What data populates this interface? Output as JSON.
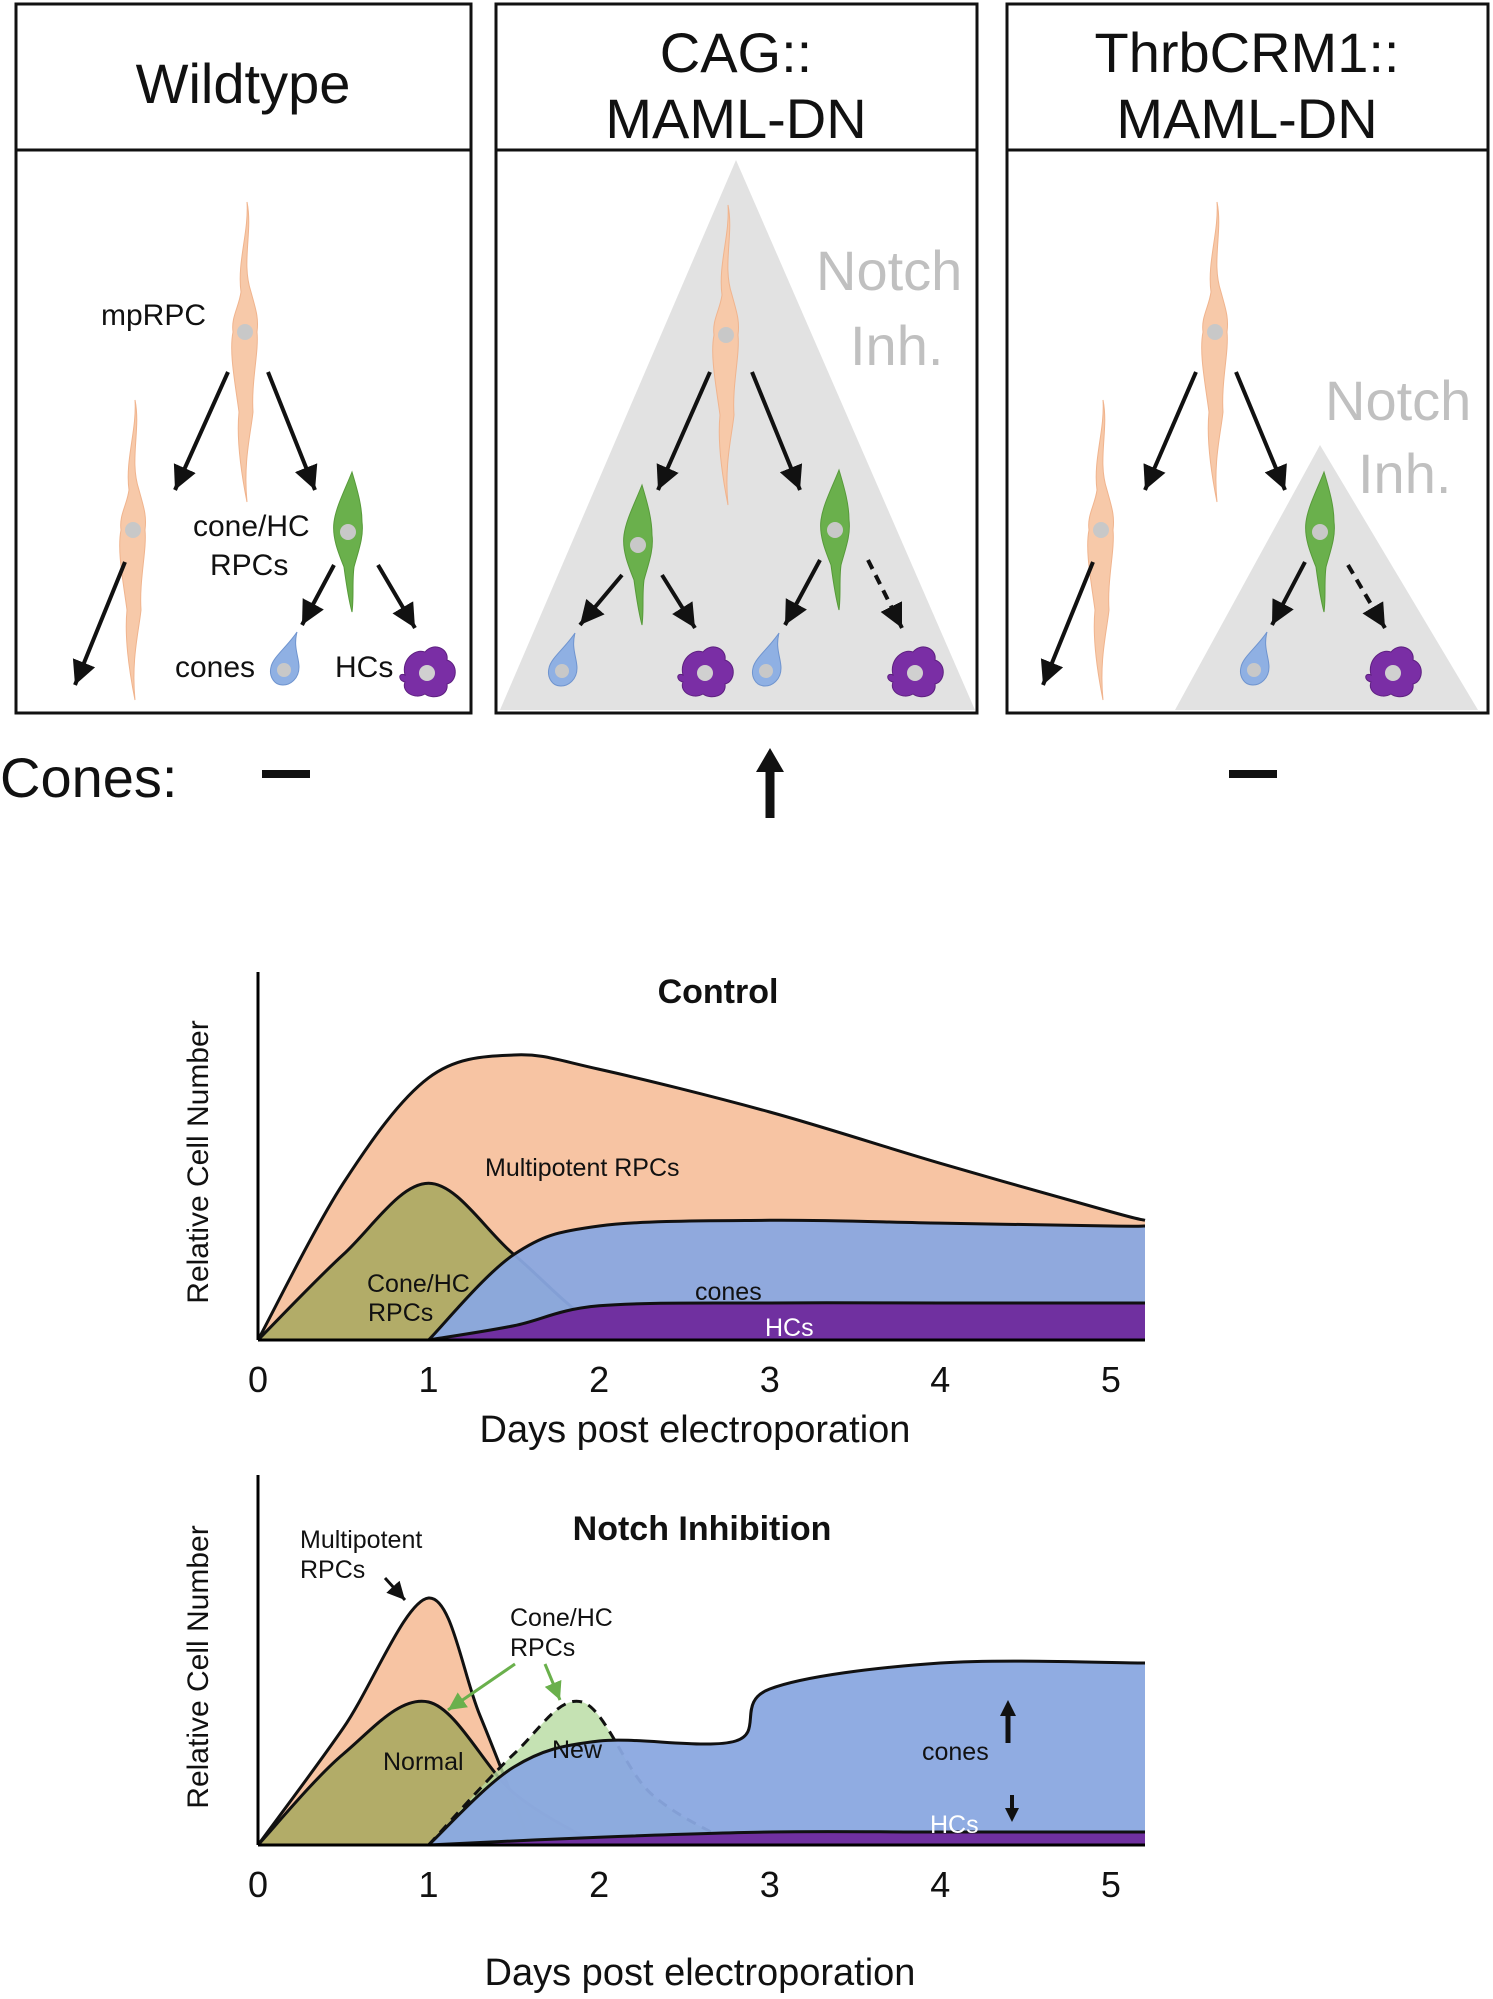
{
  "panels": [
    {
      "title_lines": [
        "Wildtype"
      ],
      "cones_effect": "–"
    },
    {
      "title_lines": [
        "CAG::",
        "MAML-DN"
      ],
      "notch_label_lines": [
        "Notch",
        "Inh."
      ],
      "cones_effect": "↑"
    },
    {
      "title_lines": [
        "ThrbCRM1::",
        "MAML-DN"
      ],
      "notch_label_lines": [
        "Notch",
        "Inh."
      ],
      "cones_effect": "–"
    }
  ],
  "cell_labels": {
    "mprpc": "mpRPC",
    "conehc_line1": "cone/HC",
    "conehc_line2": "RPCs",
    "cones": "cones",
    "hcs": "HCs"
  },
  "cones_row_label": "Cones:",
  "colors": {
    "mprpc": "#f7c9a9",
    "conehc_rpc": "#6ab04c",
    "cone": "#8fb0e3",
    "hc": "#7a2ea5",
    "notch_shade": "#e2e2e2",
    "control_mprpc_fill": "#f7c4a3",
    "control_conehc_fill": "#b8b472",
    "control_cones_fill": "#8aa8e0",
    "control_hcs_fill": "#7030a0"
  },
  "chart_data": [
    {
      "type": "area",
      "title": "Control",
      "ylabel": "Relative Cell Number",
      "xlabel": "Days post electroporation",
      "x_ticks": [
        "0",
        "1",
        "2",
        "3",
        "4",
        "5"
      ],
      "xlim": [
        0,
        5.2
      ],
      "series": [
        {
          "name": "Multipotent RPCs",
          "x": [
            0,
            0.5,
            1,
            1.5,
            2,
            3,
            4,
            5,
            5.2
          ],
          "y": [
            0,
            0.55,
            0.92,
            1.0,
            0.95,
            0.8,
            0.62,
            0.45,
            0.42
          ]
        },
        {
          "name": "Cone/HC RPCs",
          "x": [
            0,
            0.5,
            1,
            1.5,
            2,
            2.5
          ],
          "y": [
            0,
            0.3,
            0.55,
            0.3,
            0.05,
            0
          ]
        },
        {
          "name": "cones",
          "x": [
            1,
            1.5,
            2,
            3,
            4,
            5,
            5.2
          ],
          "y": [
            0,
            0.3,
            0.4,
            0.42,
            0.41,
            0.4,
            0.4
          ]
        },
        {
          "name": "HCs",
          "x": [
            1,
            1.5,
            2,
            3,
            4,
            5,
            5.2
          ],
          "y": [
            0,
            0.05,
            0.12,
            0.13,
            0.13,
            0.13,
            0.13
          ]
        }
      ]
    },
    {
      "type": "area",
      "title": "Notch Inhibition",
      "ylabel": "Relative Cell Number",
      "xlabel": "Days post electroporation",
      "x_ticks": [
        "0",
        "1",
        "2",
        "3",
        "4",
        "5"
      ],
      "xlim": [
        0,
        5.2
      ],
      "annotations": {
        "multipotent_line1": "Multipotent",
        "multipotent_line2": "RPCs",
        "conehc_line1": "Cone/HC",
        "conehc_line2": "RPCs",
        "normal": "Normal",
        "new": "New",
        "cones": "cones",
        "hcs": "HCs"
      },
      "series": [
        {
          "name": "Multipotent RPCs",
          "x": [
            0,
            0.5,
            1,
            1.3,
            1.6
          ],
          "y": [
            0,
            0.45,
            0.95,
            0.5,
            0
          ]
        },
        {
          "name": "Cone/HC RPCs Normal",
          "x": [
            0,
            0.5,
            1,
            1.5,
            2
          ],
          "y": [
            0,
            0.35,
            0.55,
            0.2,
            0
          ]
        },
        {
          "name": "Cone/HC RPCs New",
          "x": [
            1,
            1.5,
            1.9,
            2.3,
            2.8
          ],
          "y": [
            0,
            0.35,
            0.55,
            0.2,
            0
          ]
        },
        {
          "name": "cones",
          "x": [
            1,
            1.5,
            2,
            2.8,
            3,
            4,
            5.2
          ],
          "y": [
            0,
            0.3,
            0.4,
            0.4,
            0.6,
            0.7,
            0.7
          ]
        },
        {
          "name": "HCs",
          "x": [
            1,
            2,
            3,
            4,
            5.2
          ],
          "y": [
            0,
            0.03,
            0.05,
            0.05,
            0.05
          ]
        }
      ]
    }
  ]
}
